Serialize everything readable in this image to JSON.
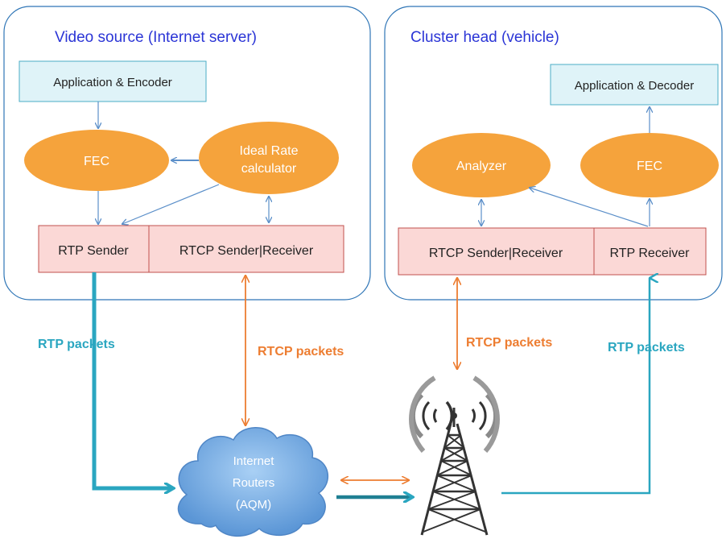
{
  "left_panel": {
    "title": "Video source (Internet server)",
    "app_encoder": "Application & Encoder",
    "fec": "FEC",
    "ideal_rate_line1": "Ideal Rate",
    "ideal_rate_line2": "calculator",
    "rtp_sender": "RTP Sender",
    "rtcp": "RTCP Sender|Receiver"
  },
  "right_panel": {
    "title": "Cluster head (vehicle)",
    "app_decoder": "Application & Decoder",
    "analyzer": "Analyzer",
    "fec": "FEC",
    "rtcp": "RTCP Sender|Receiver",
    "rtp_receiver": "RTP Receiver"
  },
  "links": {
    "rtp_left": "RTP packets",
    "rtcp_left": "RTCP packets",
    "rtcp_right": "RTCP packets",
    "rtp_right": "RTP packets"
  },
  "cloud": {
    "line1": "Internet",
    "line2": "Routers",
    "line3": "(AQM)"
  },
  "colors": {
    "panel_border": "#2e75b6",
    "title_text": "#2b35d6",
    "blue_box_fill": "#dff3f8",
    "blue_box_stroke": "#4bacc6",
    "ellipse_fill": "#f5a33c",
    "pink_fill": "#fbd8d6",
    "pink_stroke": "#c0504d",
    "arrow_blue": "#5b8fc9",
    "teal": "#2aa6c0",
    "orange": "#ed7d31",
    "cloud_fill": "#74aee7",
    "tower": "#333333"
  },
  "icons": [
    "cell-tower-icon",
    "cloud-icon"
  ]
}
